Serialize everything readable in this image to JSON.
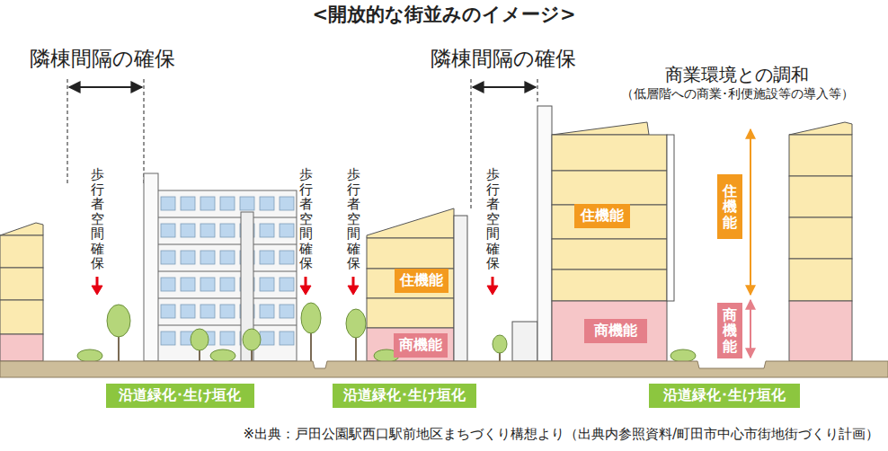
{
  "diagram": {
    "title": "<開放的な街並みのイメージ>",
    "caption": "※出典：戸田公園駅西口駅前地区まちづくり構想より（出典内参照資料/町田市中心市街地街づくり計画）",
    "nodes": [
      {
        "text": [
          "住機能"
        ]
      },
      {
        "text": [
          "商機能"
        ]
      },
      {
        "text": [
          "住機能"
        ]
      },
      {
        "text": [
          "商機能"
        ]
      },
      {
        "text": [
          "住機能"
        ]
      },
      {
        "text": [
          "商機能"
        ]
      },
      {
        "text": [
          "沿道緑化･生け垣化"
        ]
      },
      {
        "text": [
          "沿道緑化･生け垣化"
        ]
      },
      {
        "text": [
          "沿道緑化･生け垣化"
        ]
      }
    ],
    "labels": [
      "隣棟間隔の確保",
      "隣棟間隔の確保",
      "商業環境との調和",
      "（低層階への商業･利便施設等の導入等）",
      "歩行者空間確保",
      "歩行者空間確保",
      "歩行者空間確保",
      "歩行者空間確保"
    ]
  }
}
